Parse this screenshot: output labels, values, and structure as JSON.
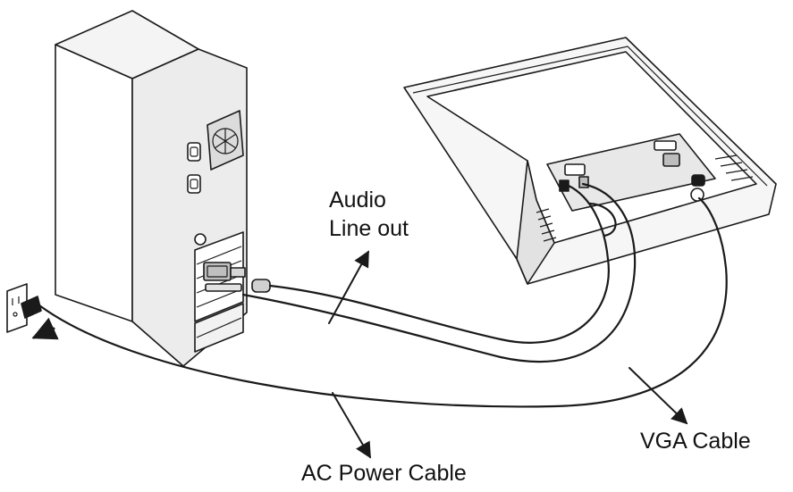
{
  "labels": {
    "audio_line1": "Audio",
    "audio_line2": "Line out",
    "ac_power": "AC Power Cable",
    "vga": "VGA Cable"
  },
  "colors": {
    "ink": "#1a1a1a",
    "face_light": "#ffffff",
    "face_shade": "#ececec",
    "face_dark": "#d6d6d6"
  },
  "icons": [
    "pc-tower-icon",
    "lcd-monitor-icon",
    "wall-outlet-icon",
    "direction-arrow-icon"
  ]
}
